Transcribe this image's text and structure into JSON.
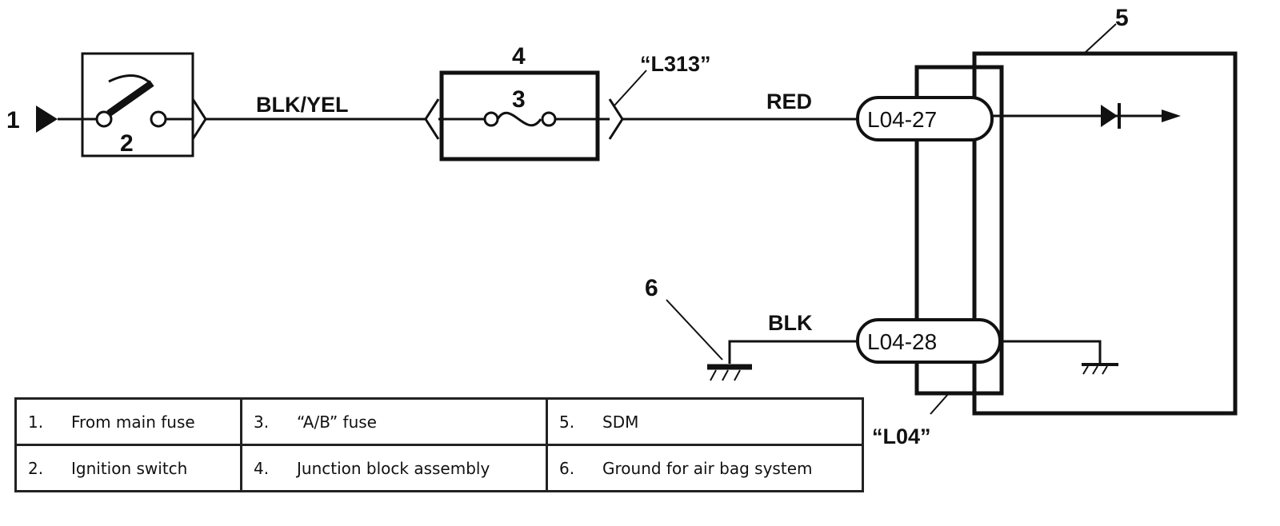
{
  "diagram": {
    "callouts": {
      "from_main_fuse": "1",
      "ignition_switch": "2",
      "ab_fuse": "3",
      "junction_block": "4",
      "sdm": "5",
      "ground": "6"
    },
    "wires": {
      "ignition_to_fuse": "BLK/YEL",
      "fuse_to_sdm": "RED",
      "ground_to_sdm": "BLK"
    },
    "connector_tags": {
      "junction_connector": "“L313”",
      "sdm_connector": "“L04”"
    },
    "terminals": {
      "power": "L04-27",
      "ground": "L04-28"
    }
  },
  "legend": {
    "rows": [
      [
        {
          "num": "1.",
          "text": "From main fuse"
        },
        {
          "num": "3.",
          "text": "“A/B” fuse"
        },
        {
          "num": "5.",
          "text": "SDM"
        }
      ],
      [
        {
          "num": "2.",
          "text": "Ignition switch"
        },
        {
          "num": "4.",
          "text": "Junction block assembly"
        },
        {
          "num": "6.",
          "text": "Ground for air bag system"
        }
      ]
    ]
  }
}
